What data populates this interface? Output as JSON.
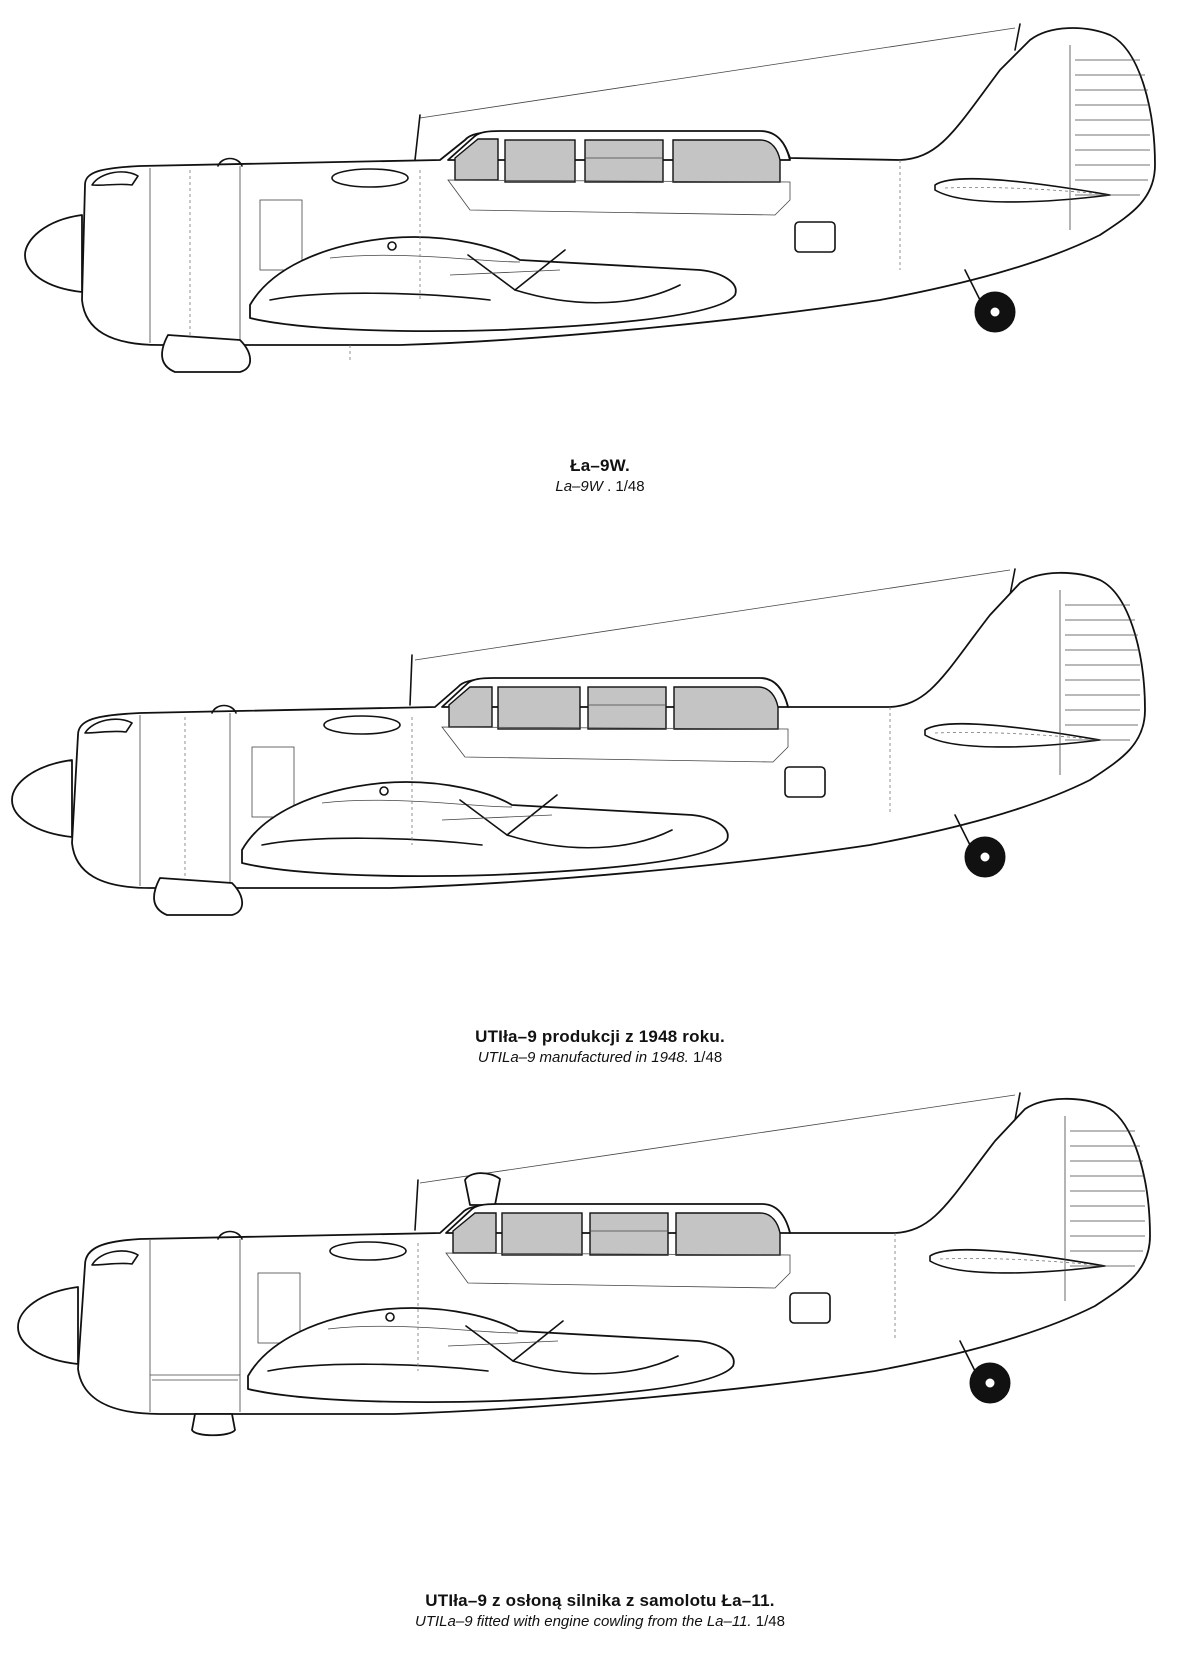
{
  "figures": [
    {
      "title_pl": "Ła–9W.",
      "title_en": "La–9W",
      "scale": "1/48",
      "features": {
        "cowl_type": "standard",
        "canopy_frames": 3,
        "head_fairing": false
      }
    },
    {
      "title_pl": "UTIła–9 produkcji z 1948 roku.",
      "title_en": "UTILa–9 manufactured in 1948.",
      "scale": "1/48",
      "features": {
        "cowl_type": "standard",
        "canopy_frames": 3,
        "head_fairing": false
      }
    },
    {
      "title_pl": "UTIła–9 z osłoną silnika z samolotu Ła–11.",
      "title_en": "UTILa–9 fitted with engine cowling from the La–11.",
      "scale": "1/48",
      "features": {
        "cowl_type": "La-11",
        "canopy_frames": 3,
        "head_fairing": true
      }
    }
  ],
  "colors": {
    "line": "#111111",
    "glass": "#c4c4c4",
    "paper": "#ffffff"
  }
}
